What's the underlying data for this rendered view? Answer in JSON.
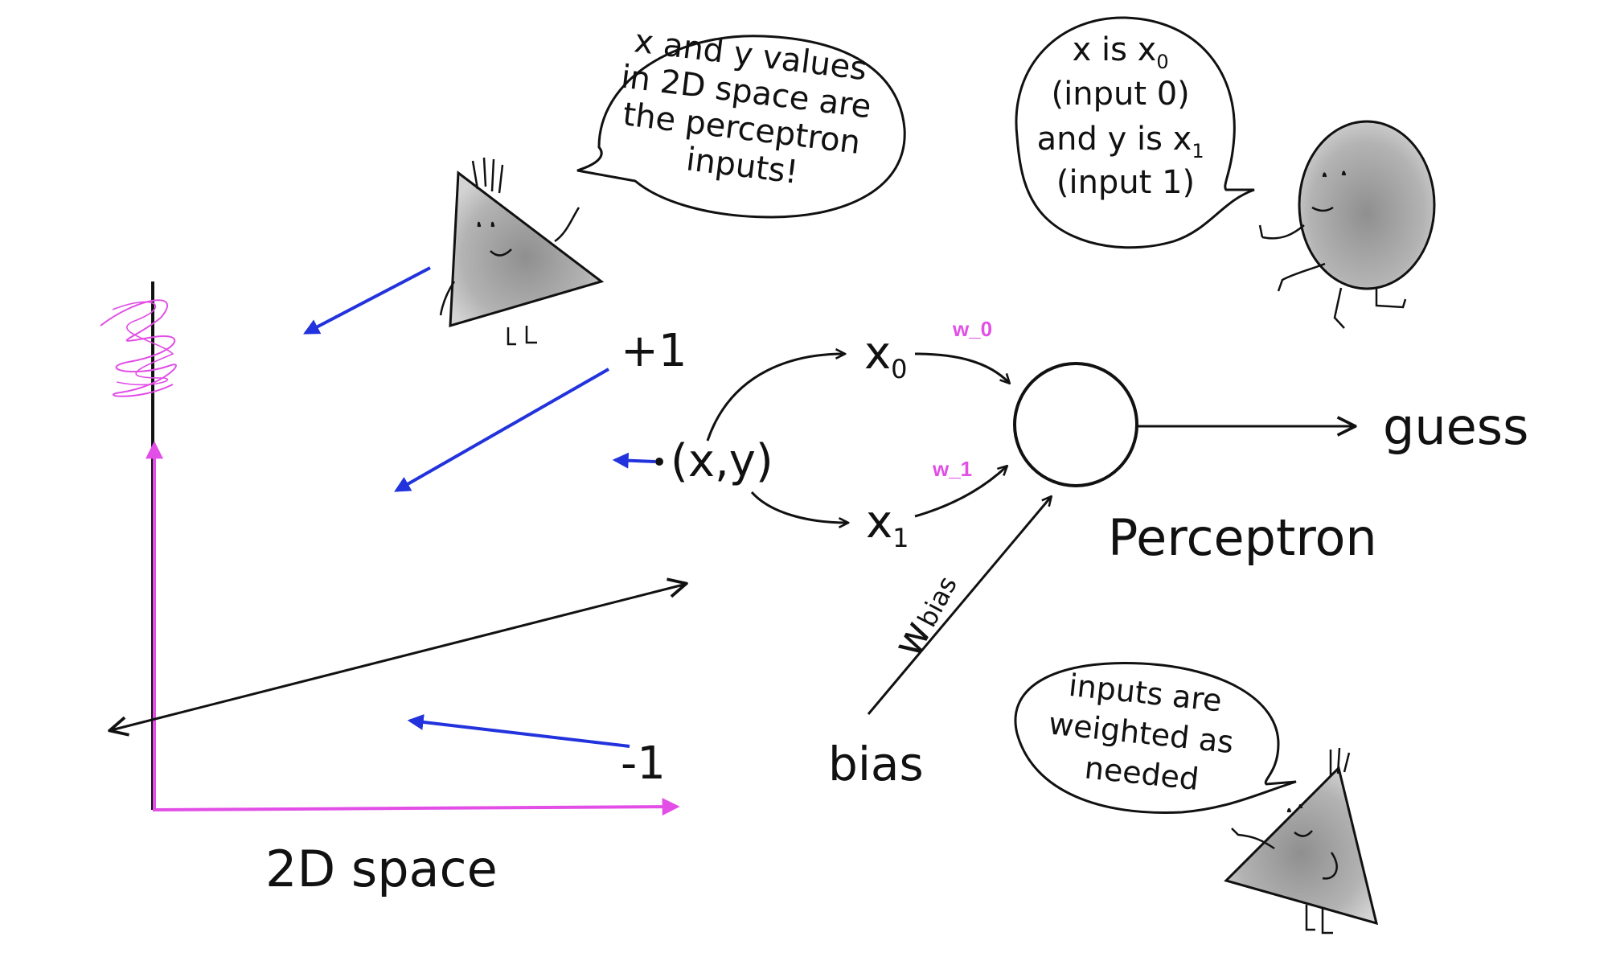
{
  "colors": {
    "ink": "#111111",
    "axis_magenta": "#e24ee6",
    "arrow_blue": "#2233dd",
    "weight_label": "#e24ee6",
    "character_fill": "#a9a9a9"
  },
  "bubbles": {
    "top_left": [
      "x and y values",
      "in 2D space are",
      "the perceptron",
      "inputs!"
    ],
    "top_right": {
      "line1": {
        "text": "x is x",
        "sub": "0"
      },
      "line2": "(input 0)",
      "line3": {
        "text": "and y is x",
        "sub": "1"
      },
      "line4": "(input 1)"
    },
    "bottom_right": [
      "inputs are",
      "weighted as",
      "needed"
    ]
  },
  "plot": {
    "plus_label": "+1",
    "minus_label": "-1",
    "caption": "2D space"
  },
  "network": {
    "point_label": "(x,y)",
    "x0": {
      "text": "x",
      "sub": "0"
    },
    "x1": {
      "text": "x",
      "sub": "1"
    },
    "w0_label": "w_0",
    "w1_label": "w_1",
    "wbias": {
      "text": "w",
      "sub": "bias"
    },
    "bias_label": "bias",
    "perceptron_label": "Perceptron",
    "guess_label": "guess"
  },
  "icons": [
    "triangle-character",
    "circle-character",
    "arrowhead"
  ]
}
